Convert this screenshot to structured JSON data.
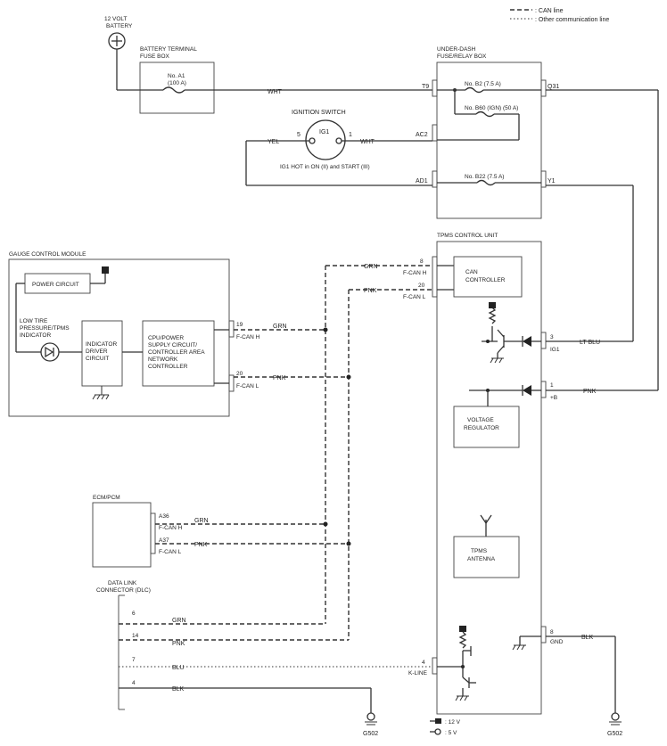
{
  "legend": {
    "can_line": ": CAN line",
    "other_line": ": Other communication line",
    "v12": ": 12 V",
    "v5": ": 5 V"
  },
  "battery": {
    "line1": "12 VOLT",
    "line2": "BATTERY"
  },
  "battery_fuse_box": {
    "title1": "BATTERY TERMINAL",
    "title2": "FUSE BOX",
    "fuse_name": "No. A1",
    "fuse_rating": "(100 A)"
  },
  "underdash": {
    "title1": "UNDER-DASH",
    "title2": "FUSE/RELAY BOX",
    "fuse_b2": "No. B2 (7.5 A)",
    "fuse_b60": "No. B60 (IGN) (50 A)",
    "fuse_b22": "No. B22 (7.5 A)",
    "term_t9": "T9",
    "term_q31": "Q31",
    "term_ac2": "AC2",
    "term_ad1": "AD1",
    "term_y1": "Y1"
  },
  "ignition": {
    "title": "IGNITION SWITCH",
    "ig1": "IG1",
    "pin5": "5",
    "pin1": "1",
    "note": "IG1 HOT in ON (II) and START (III)"
  },
  "wires": {
    "wht1": "WHT",
    "wht2": "WHT",
    "yel": "YEL",
    "grn": "GRN",
    "pnk": "PNK",
    "ltblu": "LT BLU",
    "blk": "BLK",
    "blu": "BLU"
  },
  "gauge": {
    "title": "GAUGE CONTROL MODULE",
    "power_circuit": "POWER CIRCUIT",
    "indicator1": "LOW TIRE",
    "indicator2": "PRESSURE/TPMS",
    "indicator3": "INDICATOR",
    "driver1": "INDICATOR",
    "driver2": "DRIVER",
    "driver3": "CIRCUIT",
    "cpu1": "CPU/POWER",
    "cpu2": "SUPPLY CIRCUIT/",
    "cpu3": "CONTROLLER AREA",
    "cpu4": "NETWORK",
    "cpu5": "CONTROLLER",
    "pin19": "19",
    "fcanh": "F-CAN H",
    "pin20": "20",
    "fcanl": "F-CAN L"
  },
  "tpms": {
    "title": "TPMS CONTROL UNIT",
    "can1": "CAN",
    "can2": "CONTROLLER",
    "pin8": "8",
    "fcanh": "F-CAN H",
    "pin20": "20",
    "fcanl": "F-CAN L",
    "pin3": "3",
    "ig1": "IG1",
    "pin1": "1",
    "plusb": "+B",
    "vreg1": "VOLTAGE",
    "vreg2": "REGULATOR",
    "ant1": "TPMS",
    "ant2": "ANTENNA",
    "pin4": "4",
    "kline": "K-LINE",
    "pin8b": "8",
    "gnd": "GND"
  },
  "ecm": {
    "title": "ECM/PCM",
    "a36": "A36",
    "fcanh": "F-CAN H",
    "a37": "A37",
    "fcanl": "F-CAN L"
  },
  "dlc": {
    "title1": "DATA LINK",
    "title2": "CONNECTOR (DLC)",
    "pin6": "6",
    "pin14": "14",
    "pin7": "7",
    "pin4": "4"
  },
  "grounds": {
    "g1": "G502",
    "g2": "G502"
  }
}
